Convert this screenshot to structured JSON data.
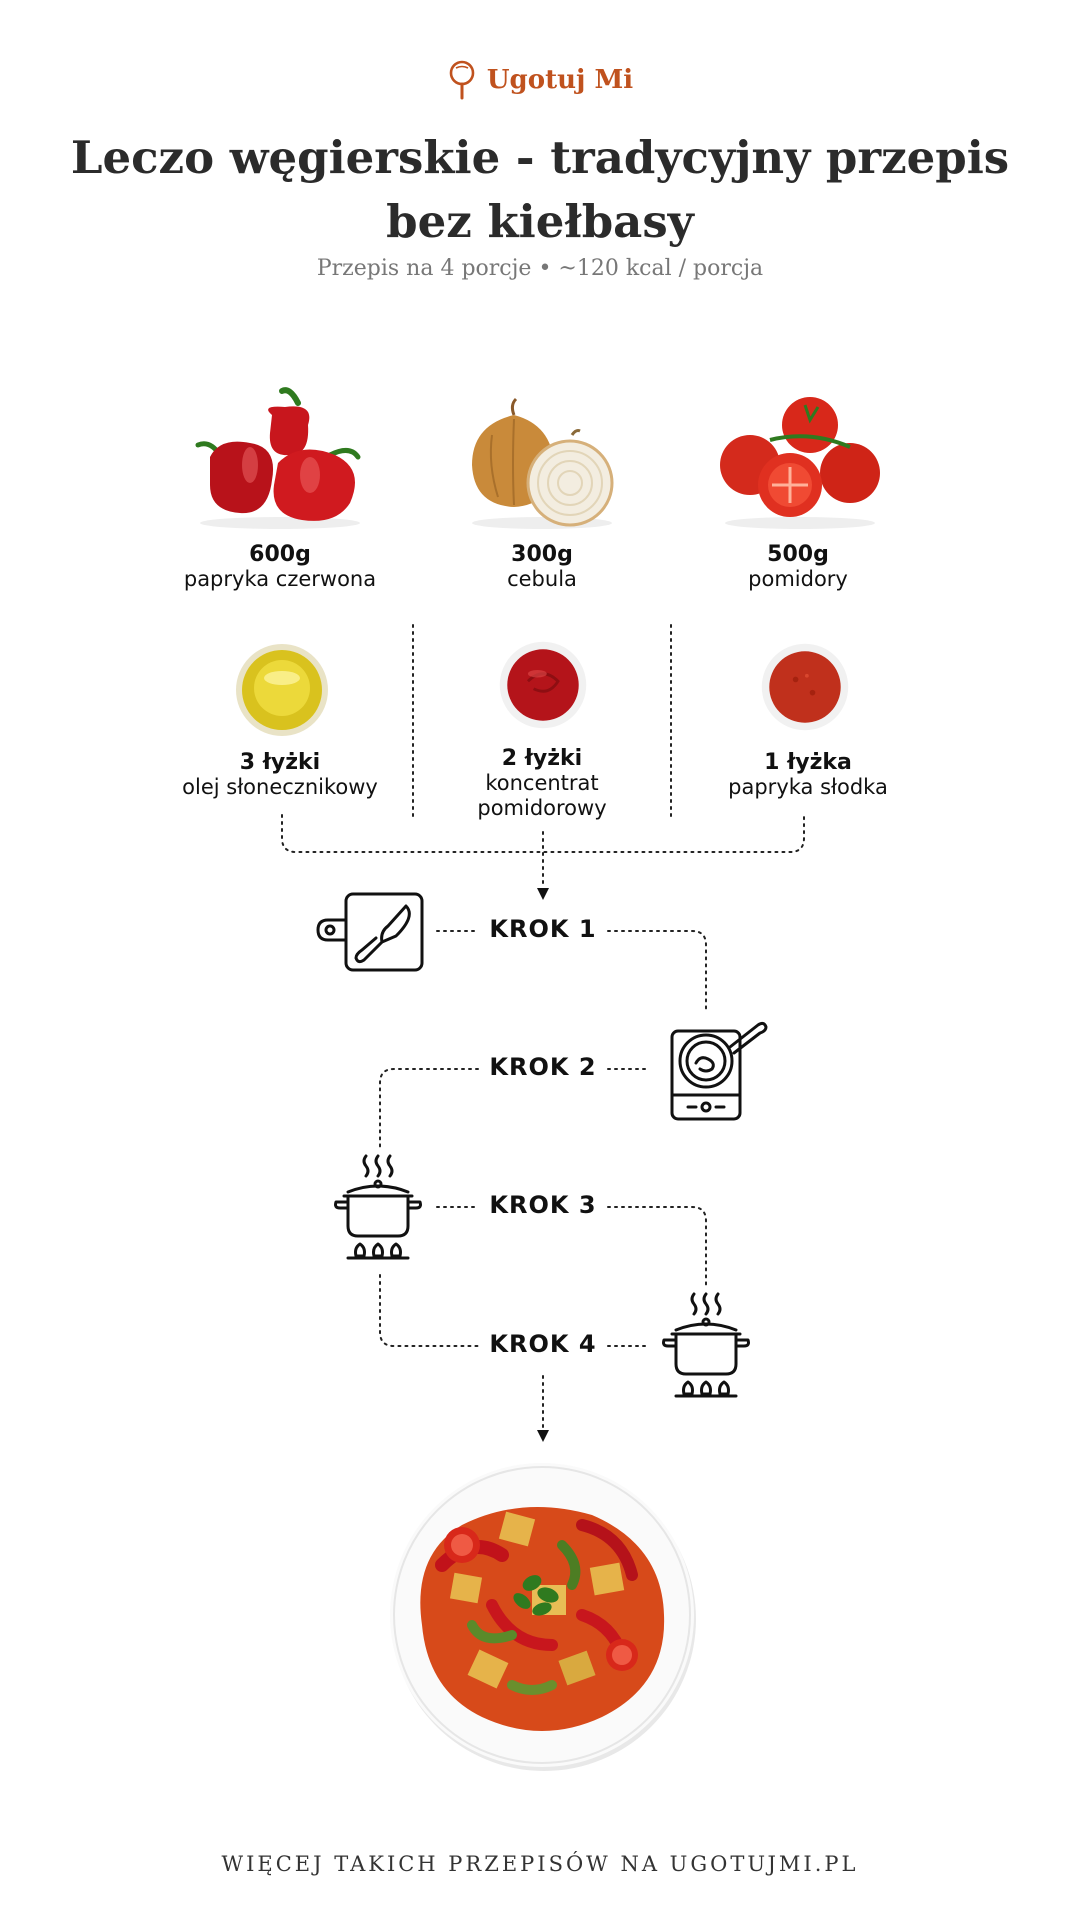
{
  "brand": {
    "name": "Ugotuj Mi",
    "color": "#c0521e",
    "icon": "whisk-icon"
  },
  "recipe": {
    "title": "Leczo węgierskie - tradycyjny przepis bez kiełbasy",
    "subtitle": "Przepis na 4 porcje • ~120 kcal / porcja"
  },
  "ingredients": [
    {
      "amount": "600g",
      "name": "papryka czerwona",
      "icon": "red-bell-pepper-image"
    },
    {
      "amount": "300g",
      "name": "cebula",
      "icon": "onion-image"
    },
    {
      "amount": "500g",
      "name": "pomidory",
      "icon": "tomatoes-image"
    },
    {
      "amount": "3 łyżki",
      "name": "olej słonecznikowy",
      "icon": "oil-bowl-image"
    },
    {
      "amount": "2 łyżki",
      "name": "koncentrat pomidorowy",
      "icon": "tomato-paste-bowl-image"
    },
    {
      "amount": "1 łyżka",
      "name": "papryka słodka",
      "icon": "paprika-powder-bowl-image"
    }
  ],
  "steps": [
    {
      "label": "KROK 1",
      "icon": "cutting-board-knife-icon"
    },
    {
      "label": "KROK 2",
      "icon": "stove-pan-icon"
    },
    {
      "label": "KROK 3",
      "icon": "steaming-pot-icon"
    },
    {
      "label": "KROK 4",
      "icon": "steaming-pot-icon"
    }
  ],
  "final_dish": {
    "icon": "lecso-plate-image"
  },
  "footer": {
    "text": "WIĘCEJ TAKICH PRZEPISÓW NA UGOTUJMI.PL"
  }
}
